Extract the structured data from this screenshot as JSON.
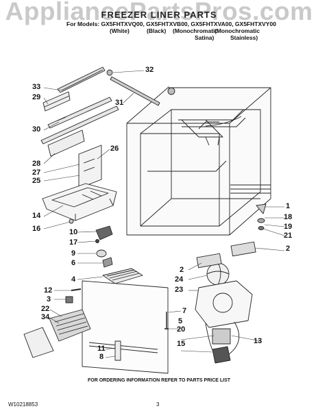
{
  "watermark": "AppliancePartsPros.com",
  "title": "FREEZER LINER PARTS",
  "models_line": "For Models: GX5FHTXVQ00, GX5FHTXVB00, GX5FHTXVA00, GX5FHTXVY00",
  "variants": [
    "(White)",
    "(Black)",
    "(Monochromatic",
    "(Monochromatic",
    "Satina)",
    "Stainless)"
  ],
  "callouts": [
    "32",
    "33",
    "29",
    "31",
    "30",
    "26",
    "28",
    "27",
    "25",
    "14",
    "16",
    "10",
    "17",
    "9",
    "6",
    "4",
    "12",
    "3",
    "22",
    "34",
    "11",
    "8",
    "7",
    "5",
    "20",
    "15",
    "13",
    "1",
    "18",
    "19",
    "21",
    "2",
    "2",
    "24",
    "23"
  ],
  "footer_note": "FOR ORDERING INFORMATION REFER TO PARTS PRICE LIST",
  "doc_number": "W10218853",
  "page_number": "3"
}
